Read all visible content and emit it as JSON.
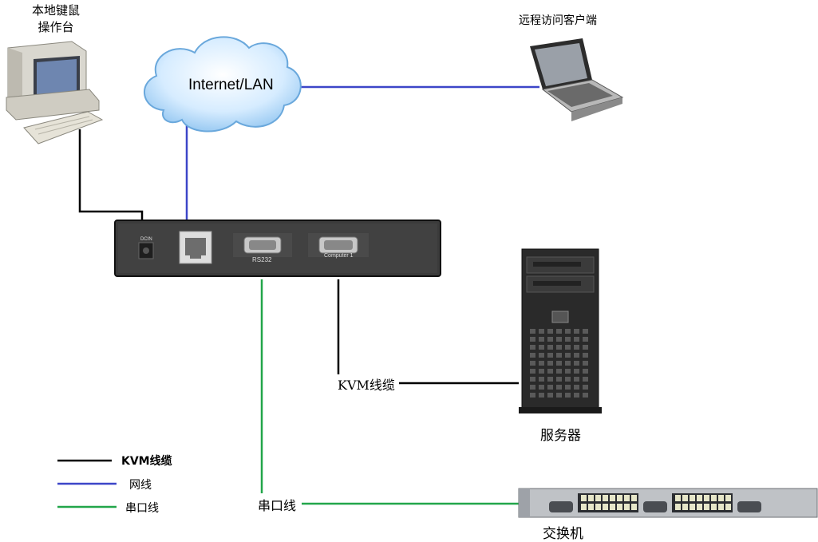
{
  "devices": {
    "local_console": "本地键鼠\n操作台",
    "local_console_line1": "本地键鼠",
    "local_console_line2": "操作台",
    "remote_client": "远程访问客户端",
    "server": "服务器",
    "switch": "交换机",
    "cloud": "Internet/LAN"
  },
  "kvm_box": {
    "port_power": "DCIN",
    "port_rs232": "RS232",
    "port_computer": "Computer 1"
  },
  "connection_labels": {
    "kvm_cable": "KVM线缆",
    "serial_line": "串口线"
  },
  "legend": [
    {
      "label": "KVM线缆",
      "color": "#000000"
    },
    {
      "label": "网线",
      "color": "#3c46c8"
    },
    {
      "label": "串口线",
      "color": "#22a64a"
    }
  ]
}
